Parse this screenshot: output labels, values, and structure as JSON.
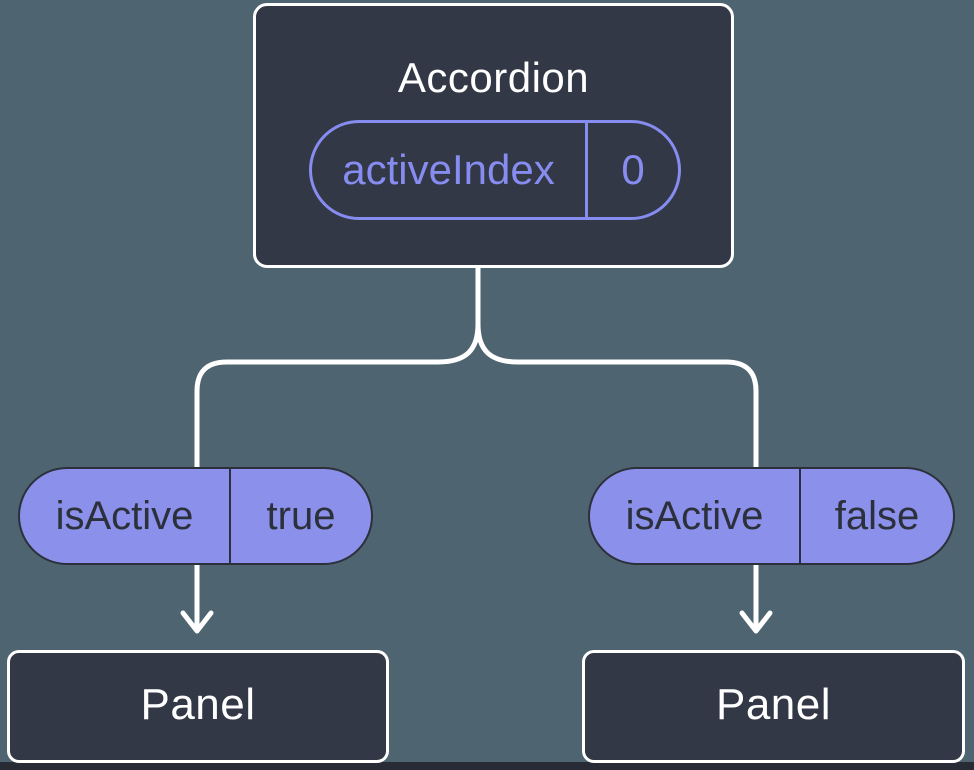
{
  "diagram": {
    "description": "Component tree showing lifted state: Accordion passes isActive props to two Panels",
    "root": {
      "title": "Accordion",
      "state": {
        "name": "activeIndex",
        "value": "0"
      }
    },
    "children": [
      {
        "prop": {
          "name": "isActive",
          "value": "true"
        },
        "node": {
          "title": "Panel"
        }
      },
      {
        "prop": {
          "name": "isActive",
          "value": "false"
        },
        "node": {
          "title": "Panel"
        }
      }
    ]
  },
  "colors": {
    "background": "#4E6470",
    "card_surface": "#323845",
    "card_border": "#FFFFFF",
    "accent_purple_outline": "#878CF0",
    "prop_pill_fill": "#8B90EA",
    "prop_pill_text": "#2B303B",
    "connector": "#FFFFFF",
    "bottom_strip": "#262B35"
  }
}
